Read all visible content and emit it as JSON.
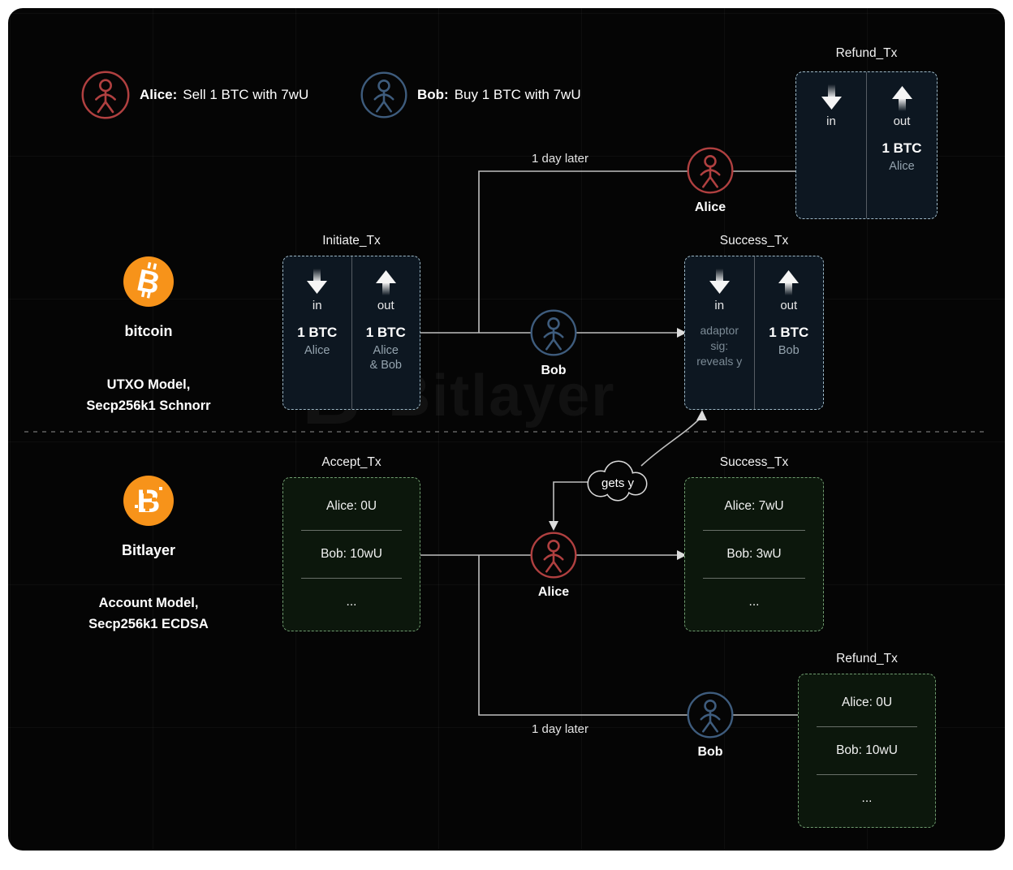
{
  "watermark": {
    "logo": "B",
    "text": "Bitlayer"
  },
  "legend": {
    "alice": {
      "name": "Alice:",
      "desc": "Sell 1 BTC with 7wU"
    },
    "bob": {
      "name": "Bob:",
      "desc": "Buy 1 BTC with 7wU"
    }
  },
  "bitcoin": {
    "name": "bitcoin",
    "logo_letter": "B",
    "model_line1": "UTXO Model,",
    "model_line2": "Secp256k1 Schnorr",
    "delay": "1 day later",
    "actors": {
      "bob": "Bob",
      "alice": "Alice"
    },
    "initiate_tx": {
      "title": "Initiate_Tx",
      "in_label": "in",
      "out_label": "out",
      "in_amount": "1 BTC",
      "in_owner": "Alice",
      "out_amount": "1 BTC",
      "out_owner_line1": "Alice",
      "out_owner_line2": "& Bob"
    },
    "success_tx": {
      "title": "Success_Tx",
      "in_label": "in",
      "out_label": "out",
      "in_note_line1": "adaptor",
      "in_note_line2": "sig:",
      "in_note_line3": "reveals y",
      "out_amount": "1 BTC",
      "out_owner": "Bob"
    },
    "refund_tx": {
      "title": "Refund_Tx",
      "in_label": "in",
      "out_label": "out",
      "out_amount": "1 BTC",
      "out_owner": "Alice"
    }
  },
  "bitlayer": {
    "name": "Bitlayer",
    "logo_letter": "B",
    "model_line1": "Account Model,",
    "model_line2": "Secp256k1 ECDSA",
    "delay": "1 day later",
    "gets_y": "gets y",
    "actors": {
      "alice": "Alice",
      "bob": "Bob"
    },
    "accept_tx": {
      "title": "Accept_Tx",
      "rows": [
        "Alice: 0U",
        "Bob: 10wU",
        "..."
      ]
    },
    "success_tx": {
      "title": "Success_Tx",
      "rows": [
        "Alice: 7wU",
        "Bob: 3wU",
        "..."
      ]
    },
    "refund_tx": {
      "title": "Refund_Tx",
      "rows": [
        "Alice: 0U",
        "Bob: 10wU",
        "..."
      ]
    }
  },
  "colors": {
    "alice_accent": "#b04040",
    "bob_accent": "#3e5c7d",
    "bitcoin_orange": "#f7931a",
    "btc_box_border": "#9db8c6",
    "green_box_border": "#6f9b6f"
  }
}
